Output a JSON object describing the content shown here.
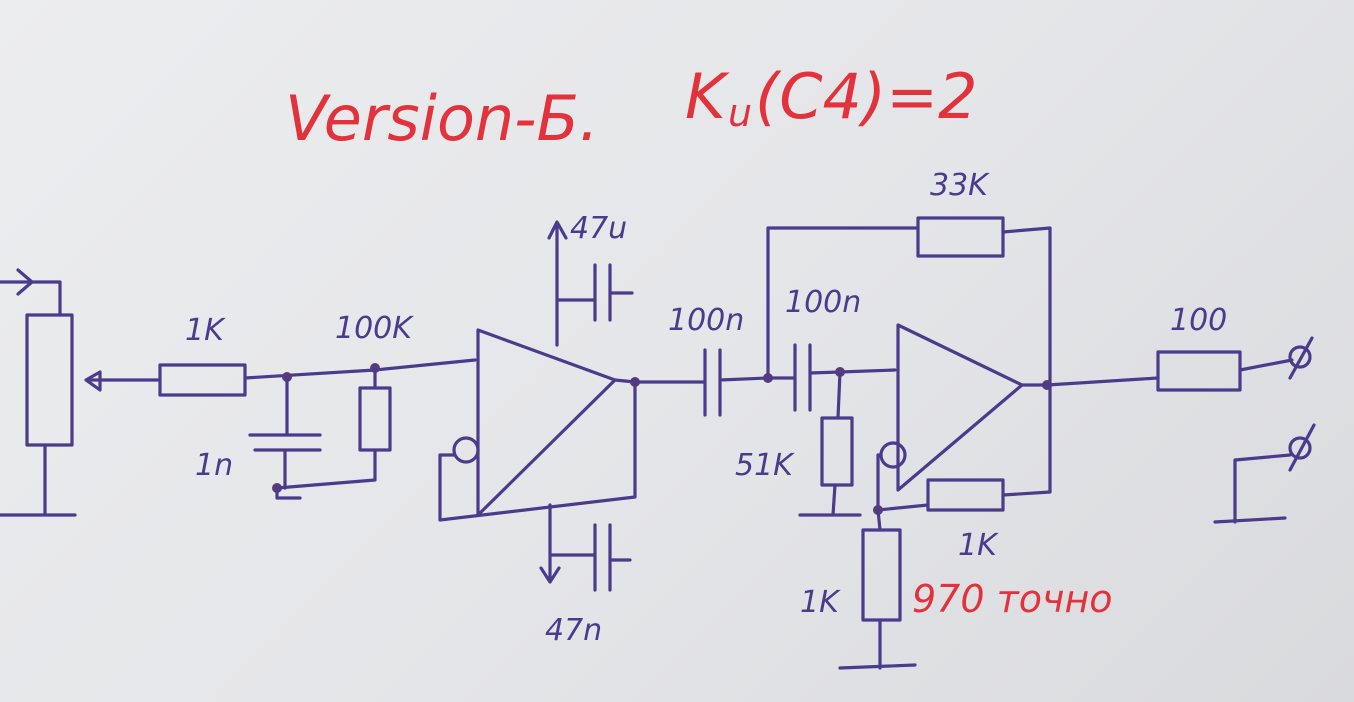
{
  "title": {
    "prefix": "Version-Б.",
    "gain_symbol": "K",
    "gain_subscript": "u",
    "gain_expr": "(C4)=2"
  },
  "labels": {
    "r_input": "1K",
    "c_filter": "1n",
    "r_filter": "100K",
    "c_supply_top": "47u",
    "c_supply_bottom": "47n",
    "c_coupling1": "100n",
    "c_coupling2": "100n",
    "r_feedback": "33K",
    "r_bias": "51K",
    "r_divider_top": "1K",
    "r_divider_bottom": "1K",
    "r_output": "100"
  },
  "note": "970 точно",
  "colors": {
    "ink": "#4b3b8c",
    "red": "#e2333c",
    "paper": "#e8e9eb"
  }
}
